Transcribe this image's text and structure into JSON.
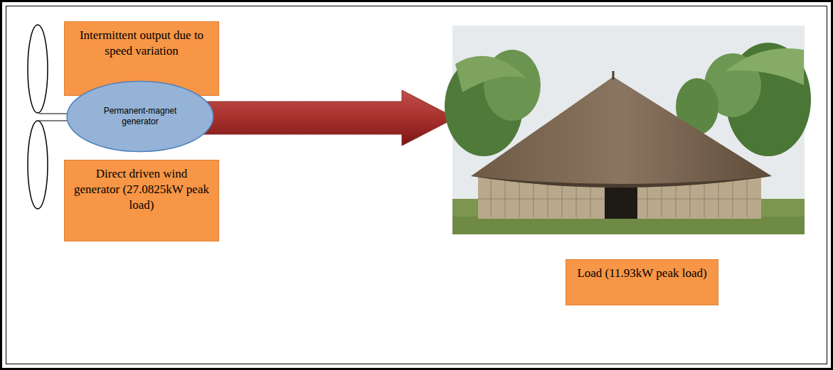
{
  "diagram": {
    "nodes": [
      {
        "text": [
          "Intermittent output due to speed variation"
        ]
      },
      {
        "text": [
          "Permanent-magnet generator"
        ]
      },
      {
        "text": [
          "Direct driven wind generator (27.0825kW peak load)"
        ]
      },
      {
        "text": [
          "Load (11.93kW peak load)"
        ]
      }
    ]
  }
}
